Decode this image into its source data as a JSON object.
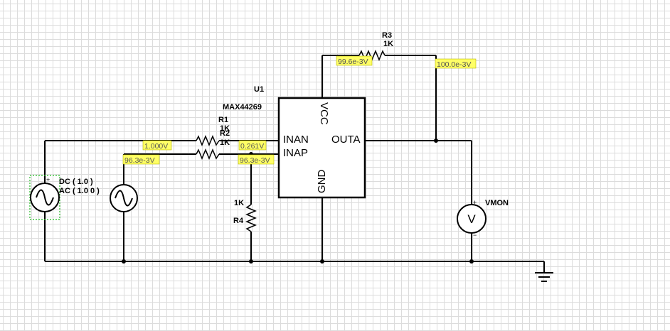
{
  "ic": {
    "designator": "U1",
    "part": "MAX44269",
    "pins": {
      "vcc": "VCC",
      "gnd": "GND",
      "inan": "INAN",
      "inap": "INAP",
      "outa": "OUTA"
    }
  },
  "resistors": {
    "r1": {
      "name": "R1",
      "value": "1K"
    },
    "r2": {
      "name": "R2",
      "value": "1K"
    },
    "r3": {
      "name": "R3",
      "value": "1K"
    },
    "r4": {
      "name": "R4",
      "value": "1K"
    }
  },
  "source1": {
    "dc": "DC ( 1.0 )",
    "ac": "AC ( 1.0 0 )"
  },
  "voltmeter": {
    "name": "VMON",
    "glyph": "V"
  },
  "probes": {
    "p_in": "1.000V",
    "p_in2": "96.3e-3V",
    "p_inan": "0.261V",
    "p_inap": "96.3e-3V",
    "p_fb_left": "99.6e-3V",
    "p_fb_right": "100.0e-3V"
  },
  "colors": {
    "probe": "#ffff66",
    "grid": "#dcdcdc",
    "selection": "#22bb22"
  },
  "icons": {
    "ground": "ground-icon",
    "ac_source": "ac-source-icon",
    "voltmeter": "voltmeter-icon"
  }
}
